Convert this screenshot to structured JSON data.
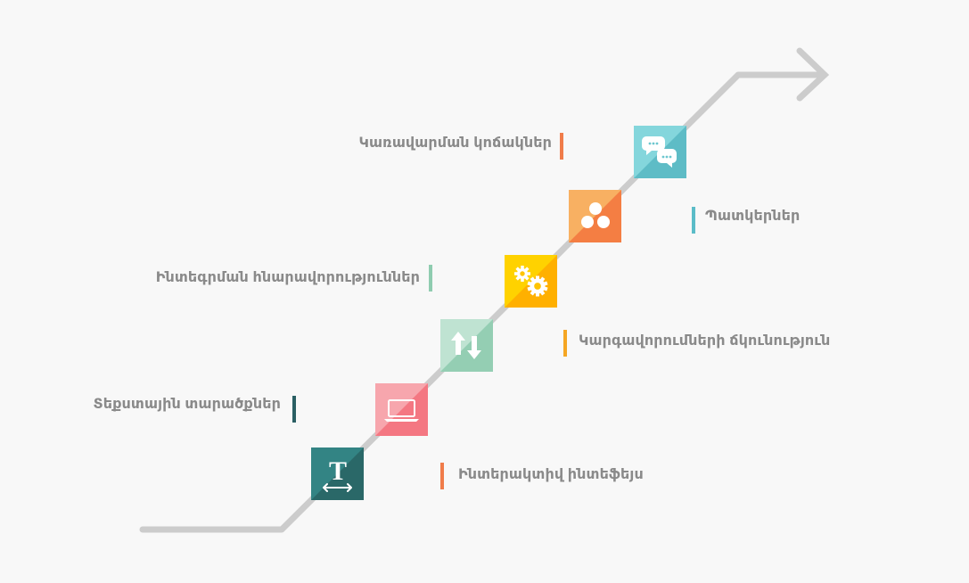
{
  "colors": {
    "path": "#cccccc",
    "label": "#8a8a8a"
  },
  "steps": [
    {
      "label": "Ինտերակտիվ ինտեֆեյս",
      "icon": "text-resize-icon",
      "color_light": "#338484",
      "color_dark": "#2a6868",
      "accent": "#f07c4a",
      "side": "right"
    },
    {
      "label": "Տեքստային տարածքներ",
      "icon": "laptop-icon",
      "color_light": "#f7a6ad",
      "color_dark": "#f47782",
      "accent": "#2a5f63",
      "side": "left"
    },
    {
      "label": "Կարգավորումների ճկունություն",
      "icon": "sort-arrows-icon",
      "color_light": "#bfe3d2",
      "color_dark": "#94ceb3",
      "accent": "#f5a623",
      "side": "right"
    },
    {
      "label": "Ինտեգրման հնարավորություններ",
      "icon": "gears-icon",
      "color_light": "#ffd200",
      "color_dark": "#ffb000",
      "accent": "#8fccb0",
      "side": "left"
    },
    {
      "label": "Պատկերներ",
      "icon": "circles-icon",
      "color_light": "#f8b062",
      "color_dark": "#f47e43",
      "accent": "#5bbcc8",
      "side": "right"
    },
    {
      "label": "Կառավարման կոճակներ",
      "icon": "chat-bubbles-icon",
      "color_light": "#84d6dc",
      "color_dark": "#5ebcc6",
      "accent": "#f07c4a",
      "side": "left"
    }
  ]
}
